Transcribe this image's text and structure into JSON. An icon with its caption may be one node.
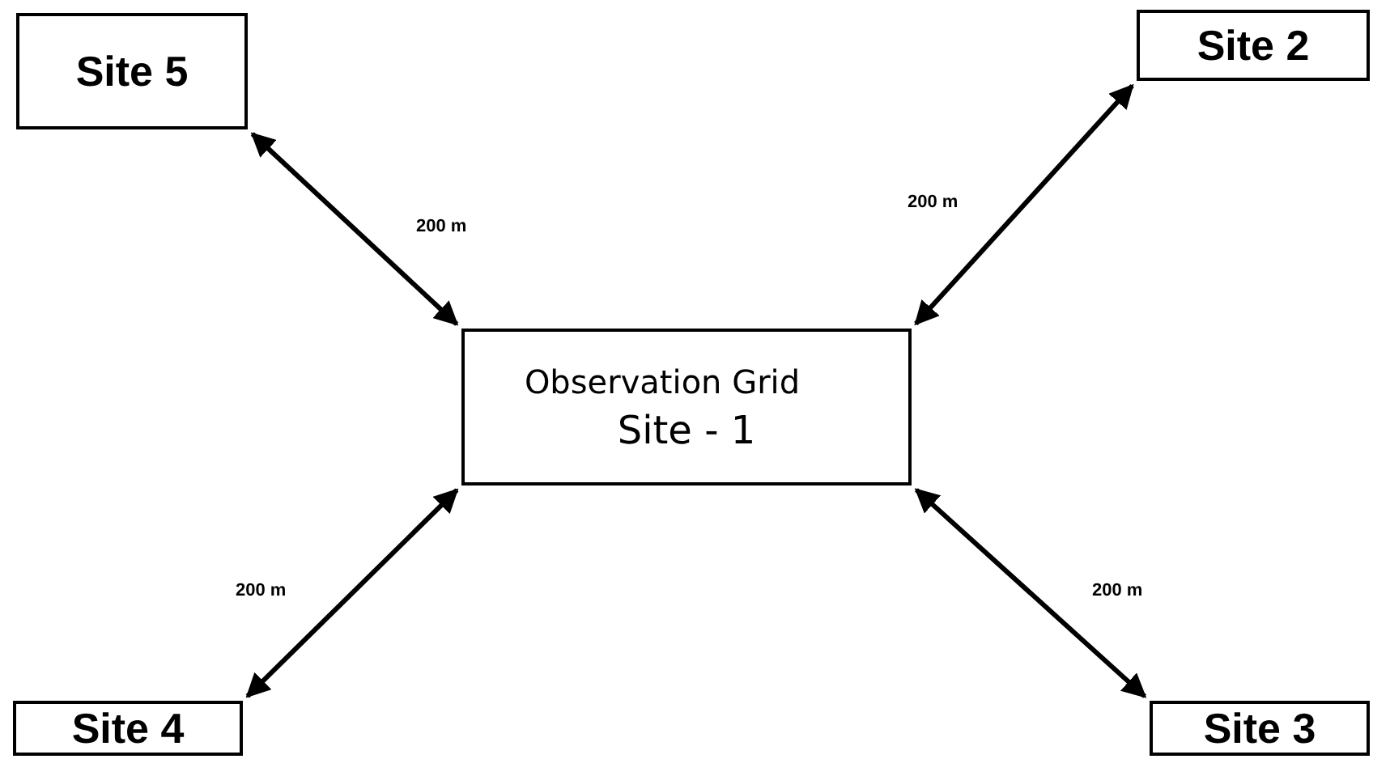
{
  "diagram": {
    "nodes": [
      {
        "text": [
          "Site 5"
        ]
      },
      {
        "text": [
          "Site 2"
        ]
      },
      {
        "text": [
          "Observation Grid",
          "Site - 1"
        ]
      },
      {
        "text": [
          "Site 4"
        ]
      },
      {
        "text": [
          "Site 3"
        ]
      }
    ],
    "edges": [
      {
        "from": 0,
        "to": 2,
        "arrow": "both",
        "label": "200 m"
      },
      {
        "from": 1,
        "to": 2,
        "arrow": "both",
        "label": "200 m"
      },
      {
        "from": 3,
        "to": 2,
        "arrow": "both",
        "label": "200 m"
      },
      {
        "from": 4,
        "to": 2,
        "arrow": "both",
        "label": "200 m"
      }
    ]
  }
}
